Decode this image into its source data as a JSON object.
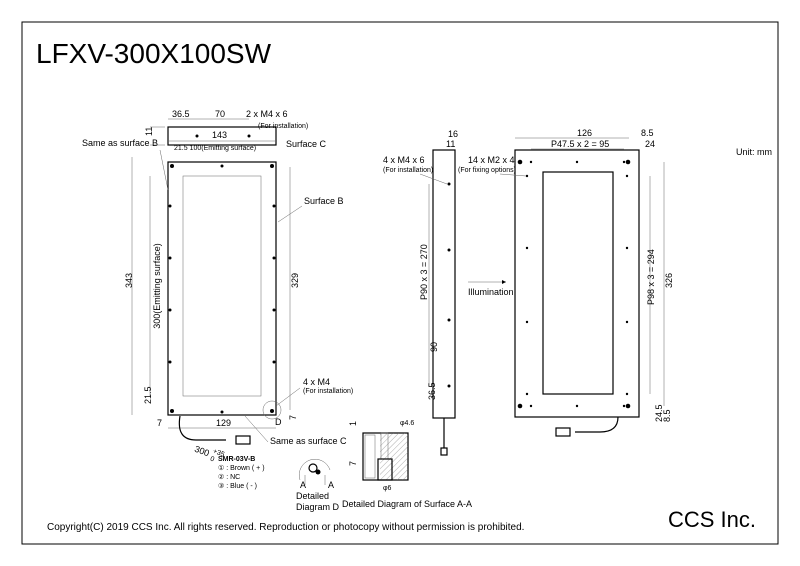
{
  "title": "LFXV-300X100SW",
  "unit": "Unit: mm",
  "company": "CCS Inc.",
  "copyright": "Copyright(C) 2019 CCS Inc. All rights reserved. Reproduction or photocopy without permission is prohibited.",
  "top_view": {
    "dim_11": "11",
    "dim_36_5": "36.5",
    "dim_70": "70",
    "screw": "2 x M4 x 6",
    "screw_note": "(For installation)"
  },
  "front_view": {
    "dim_143": "143",
    "dim_emit_w": "21.5  100(Emitting  surface)",
    "same_as_b": "Same as surface B",
    "surface_c": "Surface C",
    "surface_b": "Surface B",
    "dim_343": "343",
    "dim_emit_h": "300(Emitting  surface)",
    "dim_329": "329",
    "dim_21_5": "21.5",
    "screw": "4 x M4",
    "screw_note": "(For installation)",
    "dim_7_left": "7",
    "dim_129": "129",
    "label_d": "D",
    "dim_7_right": "7",
    "same_as_c": "Same as surface C",
    "cable_len": "300",
    "cable_tol_plus": "+35",
    "cable_tol_minus": "0",
    "connector": "SMR-03V-B",
    "pin1": "① : Brown ( + )",
    "pin2": "② : NC",
    "pin3": "③ : Blue ( - )"
  },
  "detail_d": {
    "label_a1": "A",
    "label_a2": "A",
    "caption1": "Detailed",
    "caption2": "Diagram D"
  },
  "section_aa": {
    "dim_1": "1",
    "dim_7": "7",
    "dim_phi46": "φ4.6",
    "dim_phi6": "φ6",
    "caption": "Detailed Diagram of Surface A-A"
  },
  "side_view": {
    "dim_16": "16",
    "dim_11": "11",
    "screw": "4 x M4 x 6",
    "screw_note": "(For installation)",
    "pitch": "P90 x 3 = 270",
    "dim_90": "90",
    "dim_36_5": "36.5",
    "illumination": "Illumination"
  },
  "back_view": {
    "dim_126": "126",
    "dim_8_5_top": "8.5",
    "pitch_h": "P47.5 x 2 = 95",
    "dim_24": "24",
    "screw": "14 x M2 x 4",
    "screw_note": "(For fixing options)",
    "pitch_v": "P98 x 3 = 294",
    "dim_326": "326",
    "dim_24_5": "24.5",
    "dim_8_5_bottom": "8.5"
  }
}
